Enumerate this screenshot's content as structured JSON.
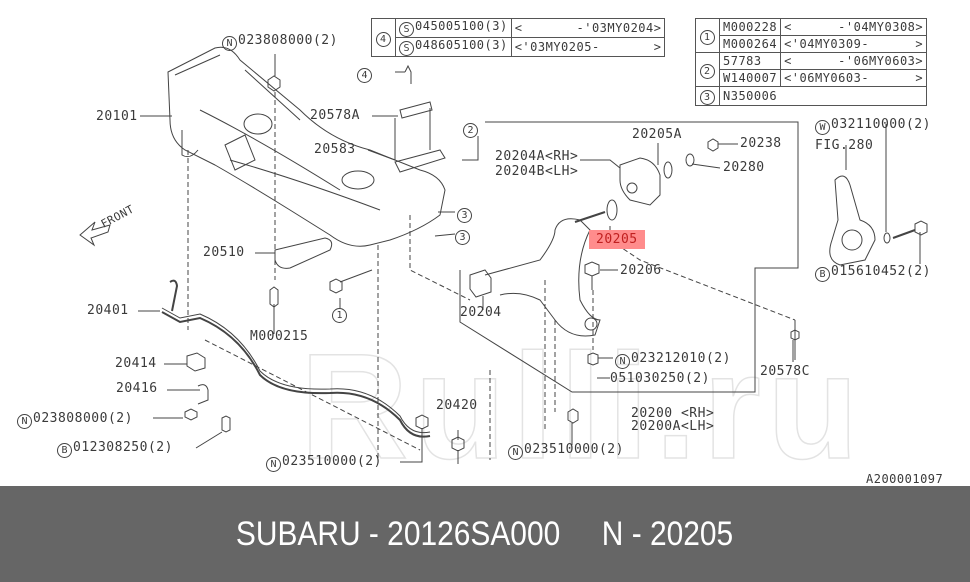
{
  "diagram": {
    "title_code": "A200001097",
    "front_label": "FRONT",
    "watermark": "Rulli.ru",
    "highlighted_part": "20205",
    "callouts": [
      {
        "id": "20101",
        "text": "20101"
      },
      {
        "id": "n023808000-top",
        "text": "023808000(2)",
        "prefix": "N"
      },
      {
        "id": "20578A",
        "text": "20578A"
      },
      {
        "id": "20583",
        "text": "20583"
      },
      {
        "id": "20510",
        "text": "20510"
      },
      {
        "id": "20401",
        "text": "20401"
      },
      {
        "id": "M000215",
        "text": "M000215"
      },
      {
        "id": "20414",
        "text": "20414"
      },
      {
        "id": "20416",
        "text": "20416"
      },
      {
        "id": "n023808000-bottom",
        "text": "023808000(2)",
        "prefix": "N"
      },
      {
        "id": "b012308250",
        "text": "012308250(2)",
        "prefix": "B"
      },
      {
        "id": "n023510000-left",
        "text": "023510000(2)",
        "prefix": "N"
      },
      {
        "id": "20420",
        "text": "20420"
      },
      {
        "id": "20204",
        "text": "20204"
      },
      {
        "id": "20204A",
        "text": "20204A<RH>"
      },
      {
        "id": "20204B",
        "text": "20204B<LH>"
      },
      {
        "id": "20205A",
        "text": "20205A"
      },
      {
        "id": "20238",
        "text": "20238"
      },
      {
        "id": "20280",
        "text": "20280"
      },
      {
        "id": "20205",
        "text": "20205"
      },
      {
        "id": "20206",
        "text": "20206"
      },
      {
        "id": "n023212010",
        "text": "023212010(2)",
        "prefix": "N"
      },
      {
        "id": "051030250",
        "text": "051030250(2)"
      },
      {
        "id": "n023510000-right",
        "text": "023510000(2)",
        "prefix": "N"
      },
      {
        "id": "20200",
        "text": "20200 <RH>"
      },
      {
        "id": "20200A",
        "text": "20200A<LH>"
      },
      {
        "id": "20578C",
        "text": "20578C"
      },
      {
        "id": "w032110000",
        "text": "032110000(2)",
        "prefix": "W"
      },
      {
        "id": "fig280",
        "text": "FIG.280"
      },
      {
        "id": "b015610452",
        "text": "015610452(2)",
        "prefix": "B"
      },
      {
        "id": "ref1",
        "text": "1"
      },
      {
        "id": "ref2",
        "text": "2"
      },
      {
        "id": "ref3a",
        "text": "3"
      },
      {
        "id": "ref3b",
        "text": "3"
      },
      {
        "id": "ref4",
        "text": "4"
      }
    ],
    "table4": {
      "ref": "4",
      "rows": [
        {
          "prefix": "S",
          "part": "045005100(3)",
          "range": "<       -'03MY0204>"
        },
        {
          "prefix": "S",
          "part": "048605100(3)",
          "range": "<'03MY0205-       >"
        }
      ]
    },
    "table123": {
      "groups": [
        {
          "ref": "1",
          "rows": [
            {
              "part": "M000228",
              "range": "<      -'04MY0308>"
            },
            {
              "part": "M000264",
              "range": "<'04MY0309-      >"
            }
          ]
        },
        {
          "ref": "2",
          "rows": [
            {
              "part": "57783  ",
              "range": "<      -'06MY0603>"
            },
            {
              "part": "W140007",
              "range": "<'06MY0603-      >"
            }
          ]
        },
        {
          "ref": "3",
          "rows": [
            {
              "part": "N350006",
              "range": ""
            }
          ]
        }
      ]
    }
  },
  "footer": {
    "text": "SUBARU - 20126SA000     N - 20205"
  }
}
